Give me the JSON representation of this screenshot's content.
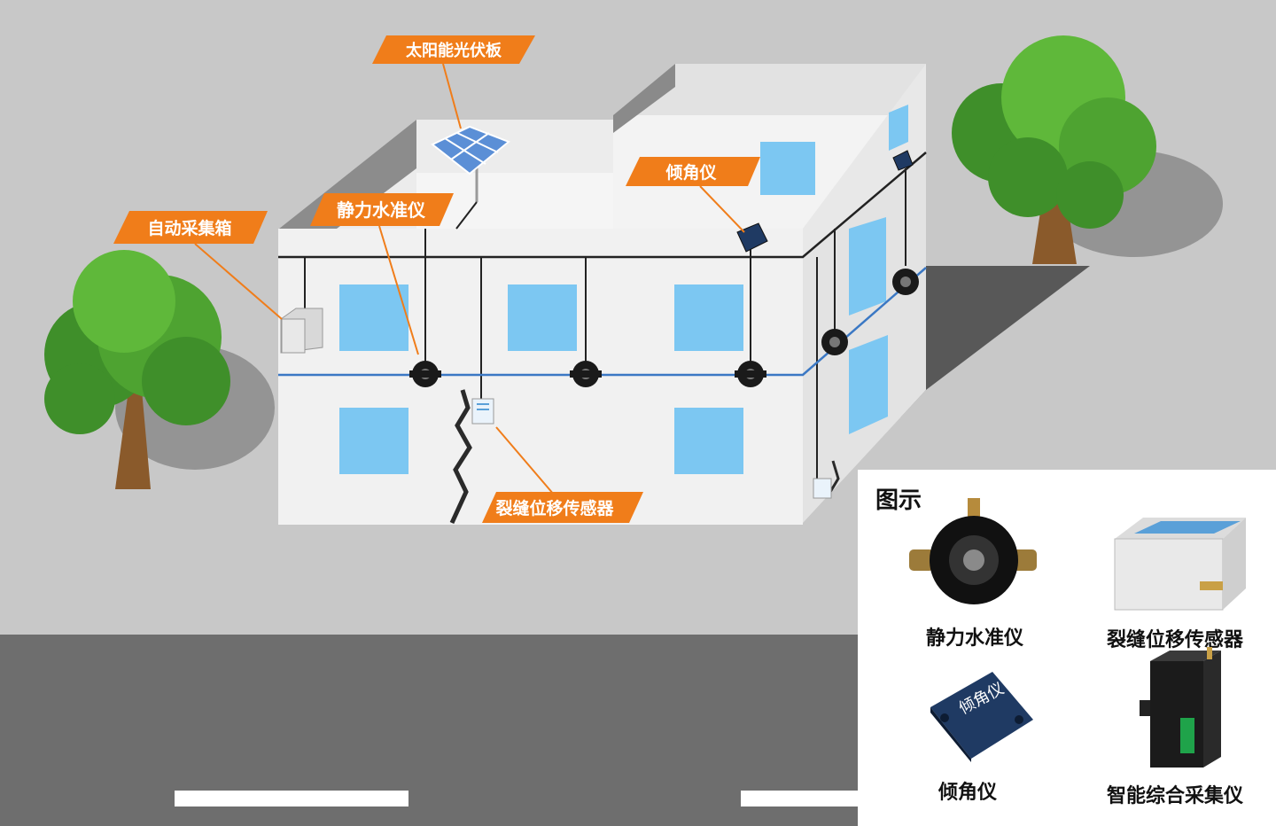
{
  "labels": {
    "solar_panel": "太阳能光伏板",
    "tilt_meter": "倾角仪",
    "static_level": "静力水准仪",
    "auto_box": "自动采集箱",
    "crack_sensor": "裂缝位移传感器"
  },
  "legend": {
    "title": "图示",
    "items": [
      {
        "caption": "静力水准仪",
        "icon": "static-level-device-icon"
      },
      {
        "caption": "裂缝位移传感器",
        "icon": "crack-sensor-device-icon"
      },
      {
        "caption": "倾角仪",
        "icon": "tilt-meter-device-icon",
        "device_text": "倾角仪"
      },
      {
        "caption": "智能综合采集仪",
        "icon": "collector-device-icon"
      }
    ]
  },
  "colors": {
    "ground": "#c8c8c8",
    "road": "#6e6e6e",
    "wall": "#f1f1f1",
    "window": "#7cc7f2",
    "tag": "#f07d1a",
    "pipe": "#3b78c4"
  }
}
